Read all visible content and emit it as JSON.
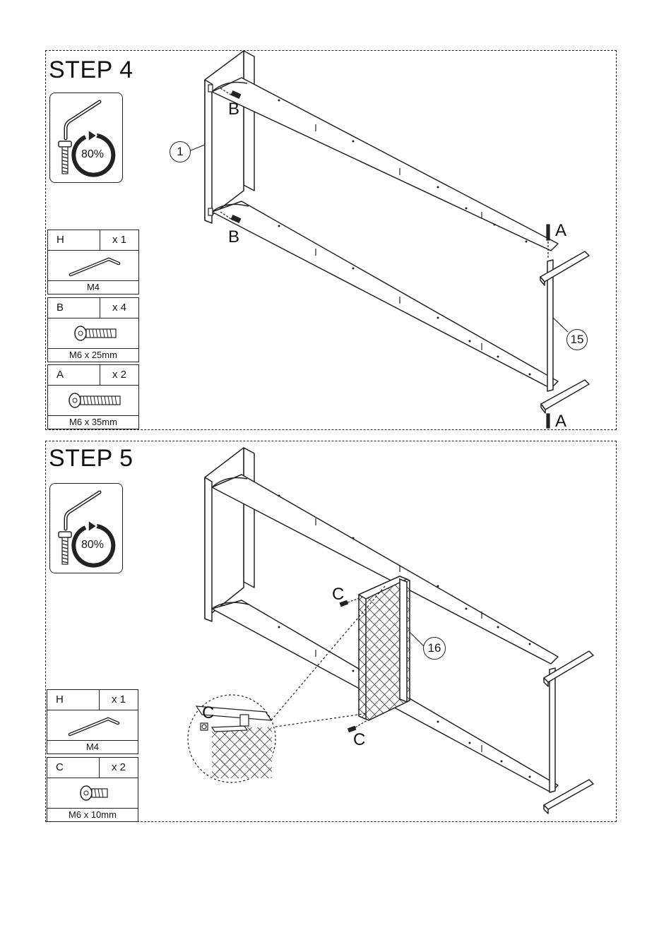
{
  "step4": {
    "title": "STEP 4",
    "torque": "80%",
    "parts": [
      {
        "letter": "H",
        "qty": "x 1",
        "spec": "M4",
        "icon": "allen-key-icon"
      },
      {
        "letter": "B",
        "qty": "x 4",
        "spec": "M6 x 25mm",
        "icon": "short-bolt-icon"
      },
      {
        "letter": "A",
        "qty": "x 2",
        "spec": "M6 x 35mm",
        "icon": "long-bolt-icon"
      }
    ],
    "callouts": {
      "panel": "1",
      "frame": "15"
    },
    "labels": {
      "bolt_b": "B",
      "bolt_a": "A"
    }
  },
  "step5": {
    "title": "STEP 5",
    "torque": "80%",
    "parts": [
      {
        "letter": "H",
        "qty": "x 1",
        "spec": "M4",
        "icon": "allen-key-icon"
      },
      {
        "letter": "C",
        "qty": "x 2",
        "spec": "M6 x 10mm",
        "icon": "small-bolt-icon"
      }
    ],
    "callouts": {
      "mesh": "16"
    },
    "labels": {
      "bolt_c": "C"
    }
  }
}
